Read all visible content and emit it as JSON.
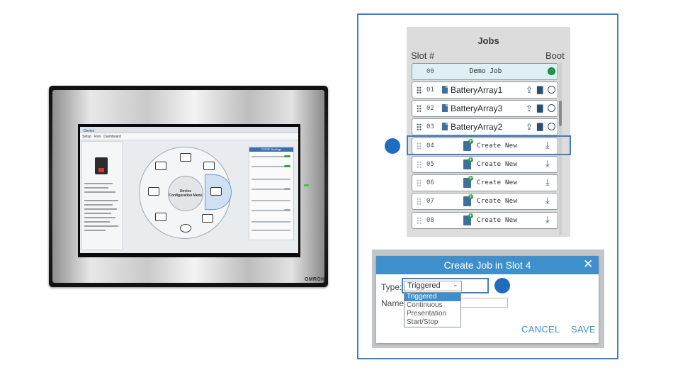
{
  "device": {
    "brand": "OMRON",
    "nav": [
      "Device",
      "Setup",
      "Run",
      "Dashboard"
    ],
    "menu_center": "Device Configuration Menu",
    "right_panel_title": "TCP/IP Settings"
  },
  "jobs": {
    "title": "Jobs",
    "col_slot": "Slot #",
    "col_boot": "Boot",
    "demo": {
      "num": "00",
      "name": "Demo Job"
    },
    "rows": [
      {
        "num": "01",
        "name": "BatteryArray1"
      },
      {
        "num": "02",
        "name": "BatteryArray3"
      },
      {
        "num": "03",
        "name": "BatteryArray2"
      }
    ],
    "empty_label": "Create New",
    "empty_rows": [
      "04",
      "05",
      "06",
      "07",
      "08"
    ]
  },
  "dialog": {
    "title": "Create Job in Slot 4",
    "type_label": "Type:",
    "type_value": "Triggered",
    "name_label": "Name:",
    "options": [
      "Triggered",
      "Continuous",
      "Presentation",
      "Start/Stop"
    ],
    "cancel": "CANCEL",
    "save": "SAVE"
  },
  "icons": {
    "upload": "upload-icon",
    "delete": "trash-icon",
    "download": "download-icon",
    "close": "close-icon"
  },
  "colors": {
    "accent": "#3f8fcc",
    "frame": "#3f7ec4",
    "boot_on": "#1a9a4a"
  }
}
